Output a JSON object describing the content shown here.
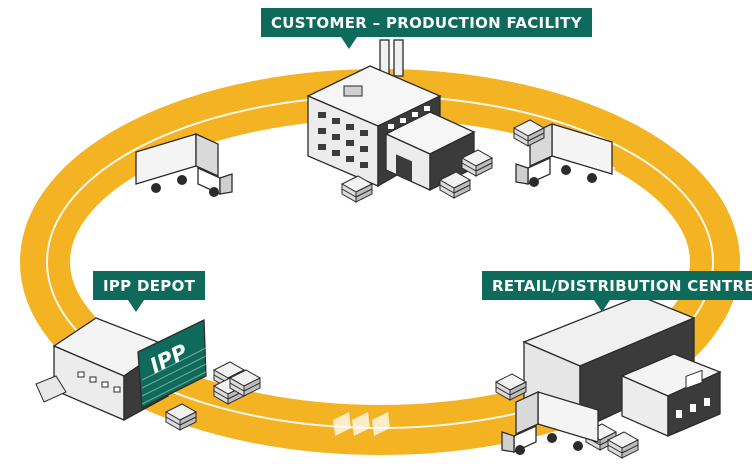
{
  "labels": {
    "customer": "CUSTOMER – PRODUCTION FACILITY",
    "depot": "IPP DEPOT",
    "retail": "RETAIL/DISTRIBUTION CENTRE"
  },
  "depot_sign": "IPP",
  "colors": {
    "loop": "#f3b323",
    "callout": "#0e6b5c",
    "building_dark": "#3b3b3b",
    "building_light": "#ececec",
    "outline": "#2b2b2b"
  }
}
